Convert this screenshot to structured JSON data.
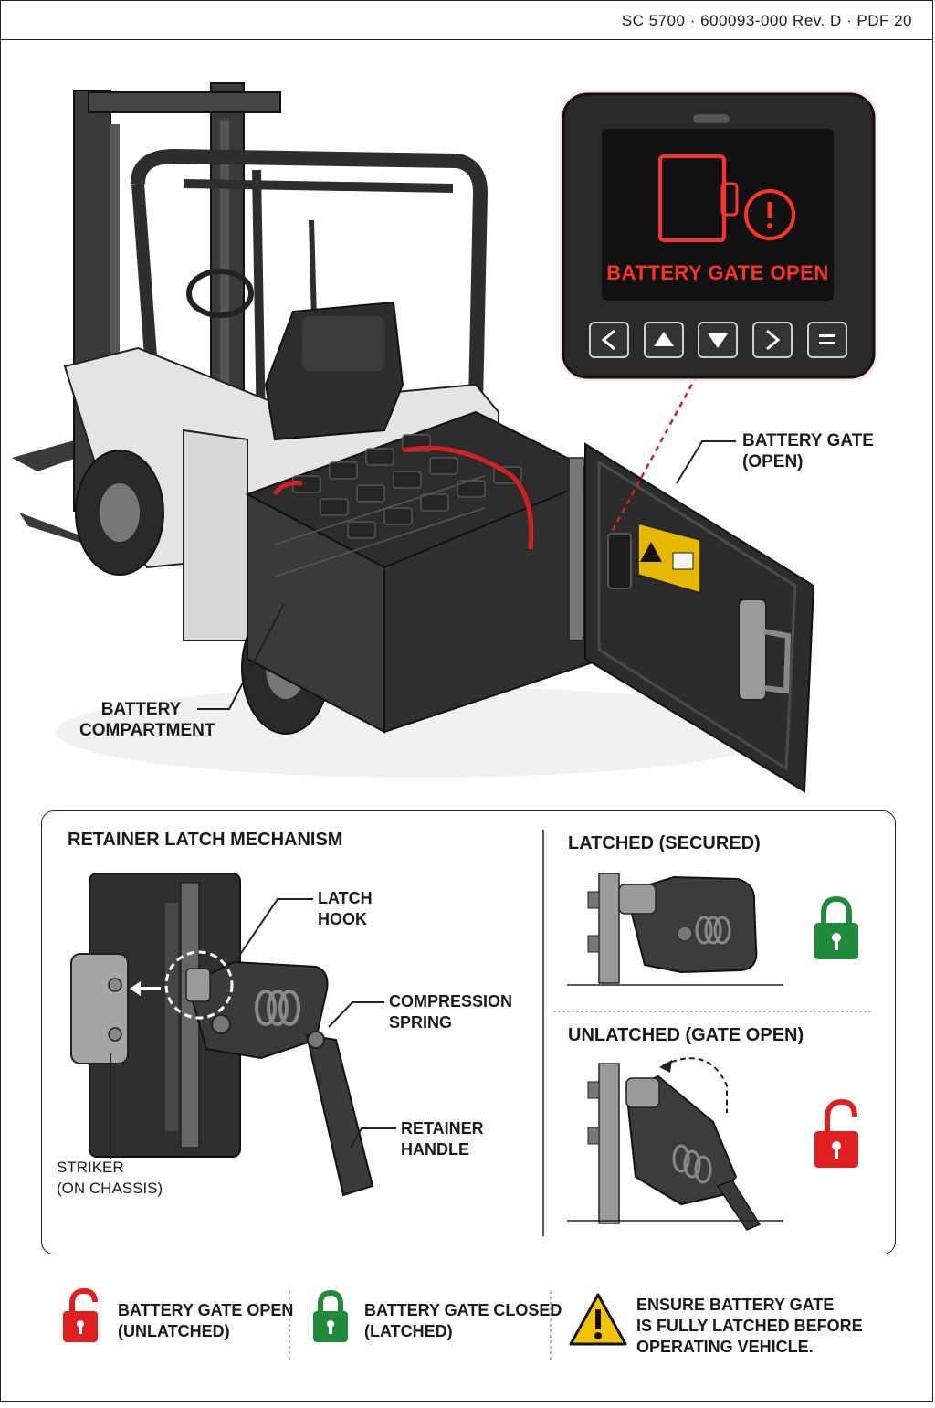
{
  "header": {
    "doc_ref": "SC  5700  ·  600093-000 Rev. D  ·  PDF 20"
  },
  "display": {
    "message": "BATTERY GATE OPEN",
    "buttons": [
      "left",
      "up",
      "down",
      "right",
      "menu"
    ]
  },
  "callouts": {
    "battery_gate": [
      "BATTERY GATE",
      "(OPEN)"
    ],
    "battery_compartment": [
      "BATTERY",
      "COMPARTMENT"
    ]
  },
  "latch_panel": {
    "title": "RETAINER LATCH MECHANISM",
    "labels": {
      "latch_hook": [
        "LATCH",
        "HOOK"
      ],
      "compression_spring": [
        "COMPRESSION",
        "SPRING"
      ],
      "retainer_handle": [
        "RETAINER",
        "HANDLE"
      ],
      "striker": [
        "STRIKER",
        "(ON CHASSIS)"
      ]
    },
    "latched_title": "LATCHED (SECURED)",
    "unlatched_title": "UNLATCHED (GATE OPEN)"
  },
  "footer": {
    "open": [
      "BATTERY GATE OPEN",
      "(UNLATCHED)"
    ],
    "closed": [
      "BATTERY GATE CLOSED",
      "(LATCHED)"
    ],
    "warning": [
      "ENSURE BATTERY GATE",
      "IS FULLY LATCHED BEFORE",
      "OPERATING VEHICLE."
    ]
  },
  "colors": {
    "alert_red": "#e02020",
    "lock_green": "#1e8a3a",
    "warning_yellow": "#f5c400",
    "screen_bg": "#111111"
  }
}
